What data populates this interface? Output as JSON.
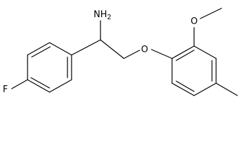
{
  "molecule": {
    "atoms": {
      "amine": "NH",
      "amine_subscript": "2",
      "ether_oxygen": "O",
      "methoxy_oxygen": "O",
      "fluorine": "F"
    },
    "colors": {
      "bond": "#000000",
      "label": "#000000",
      "background": "#ffffff"
    }
  }
}
